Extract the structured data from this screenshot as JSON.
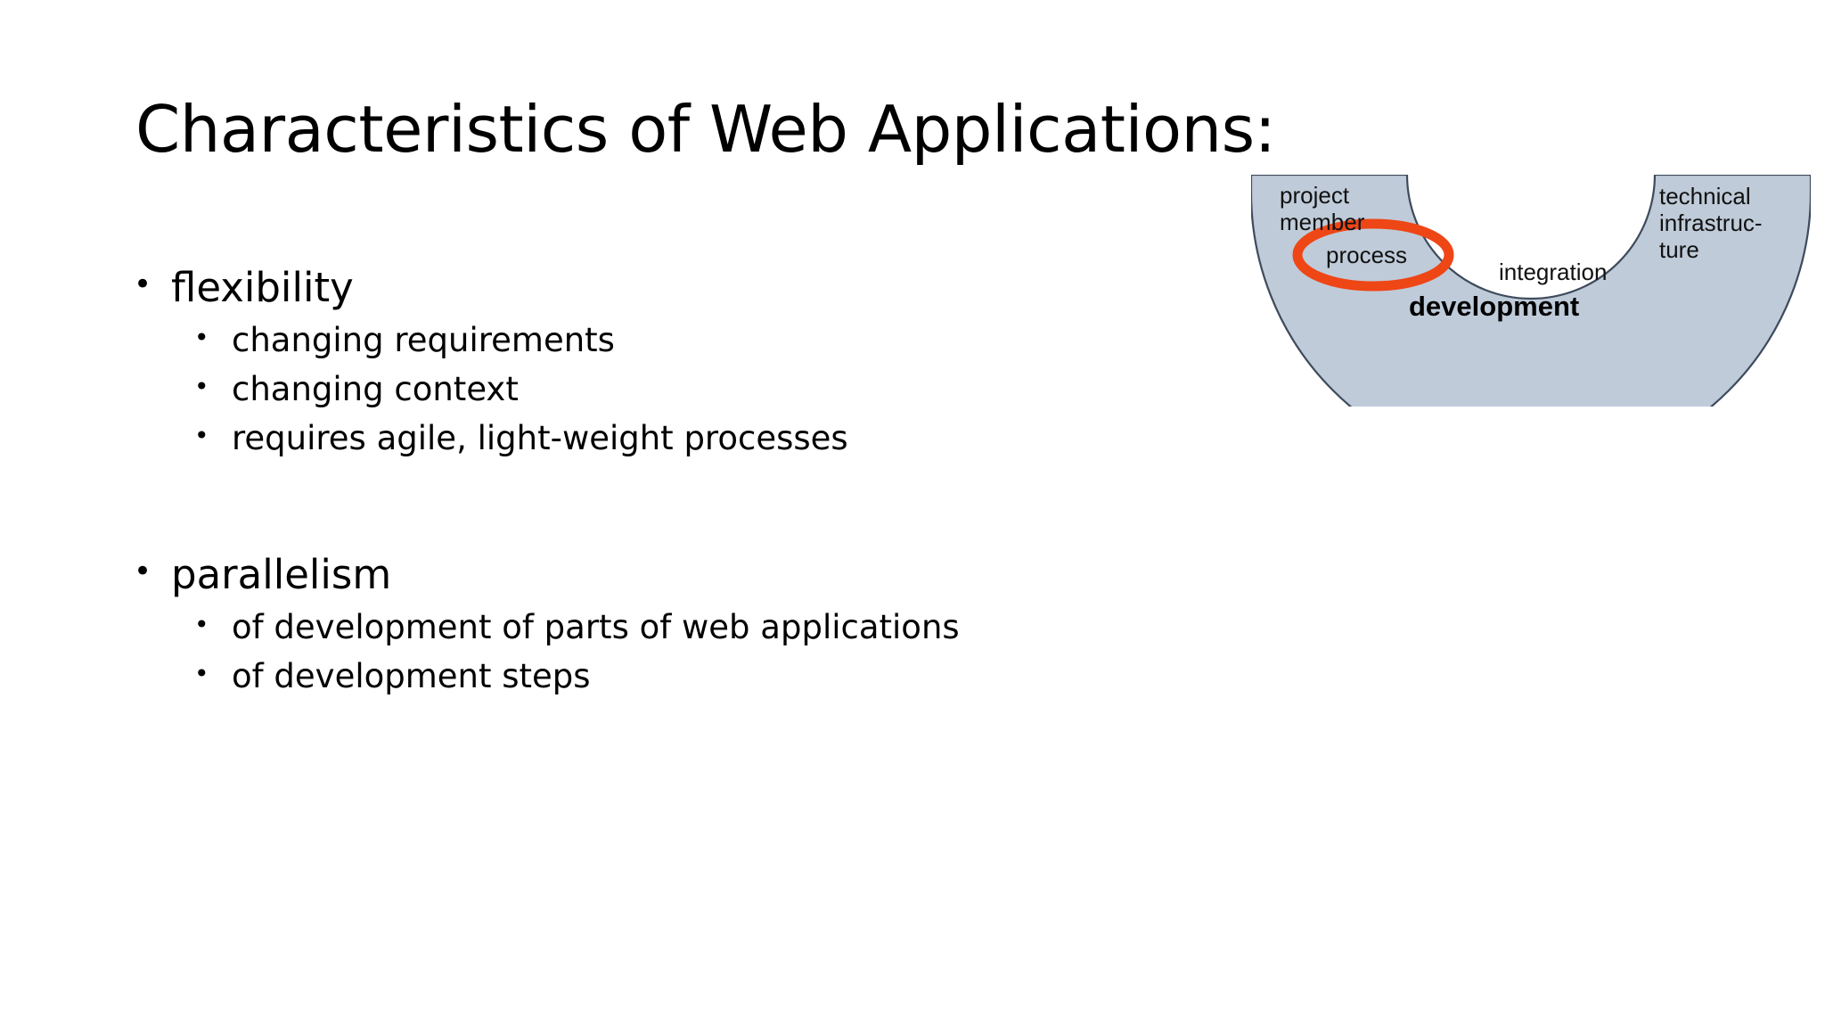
{
  "slide": {
    "title": "Characteristics of Web Applications:",
    "background_color": "#ffffff",
    "text_color": "#000000"
  },
  "content": {
    "groups": [
      {
        "heading": "flexibility",
        "items": [
          "changing requirements",
          "changing context",
          "requires agile, light-weight processes"
        ]
      },
      {
        "heading": "parallelism",
        "items": [
          "of development of parts of web applications",
          "of development steps"
        ]
      }
    ]
  },
  "diagram": {
    "name": "development-arc-diagram",
    "shape": "annulus-sector-u-arc",
    "fill_color": "#bfcbd9",
    "stroke_color": "#3d4b5c",
    "highlight_color": "#ef4616",
    "labels": {
      "top_left_line1": "project",
      "top_left_line2": "member",
      "highlighted": "process",
      "middle": "integration",
      "bottom_bold": "development",
      "top_right_line1": "technical",
      "top_right_line2": "infrastruc-",
      "top_right_line3": "ture"
    }
  }
}
